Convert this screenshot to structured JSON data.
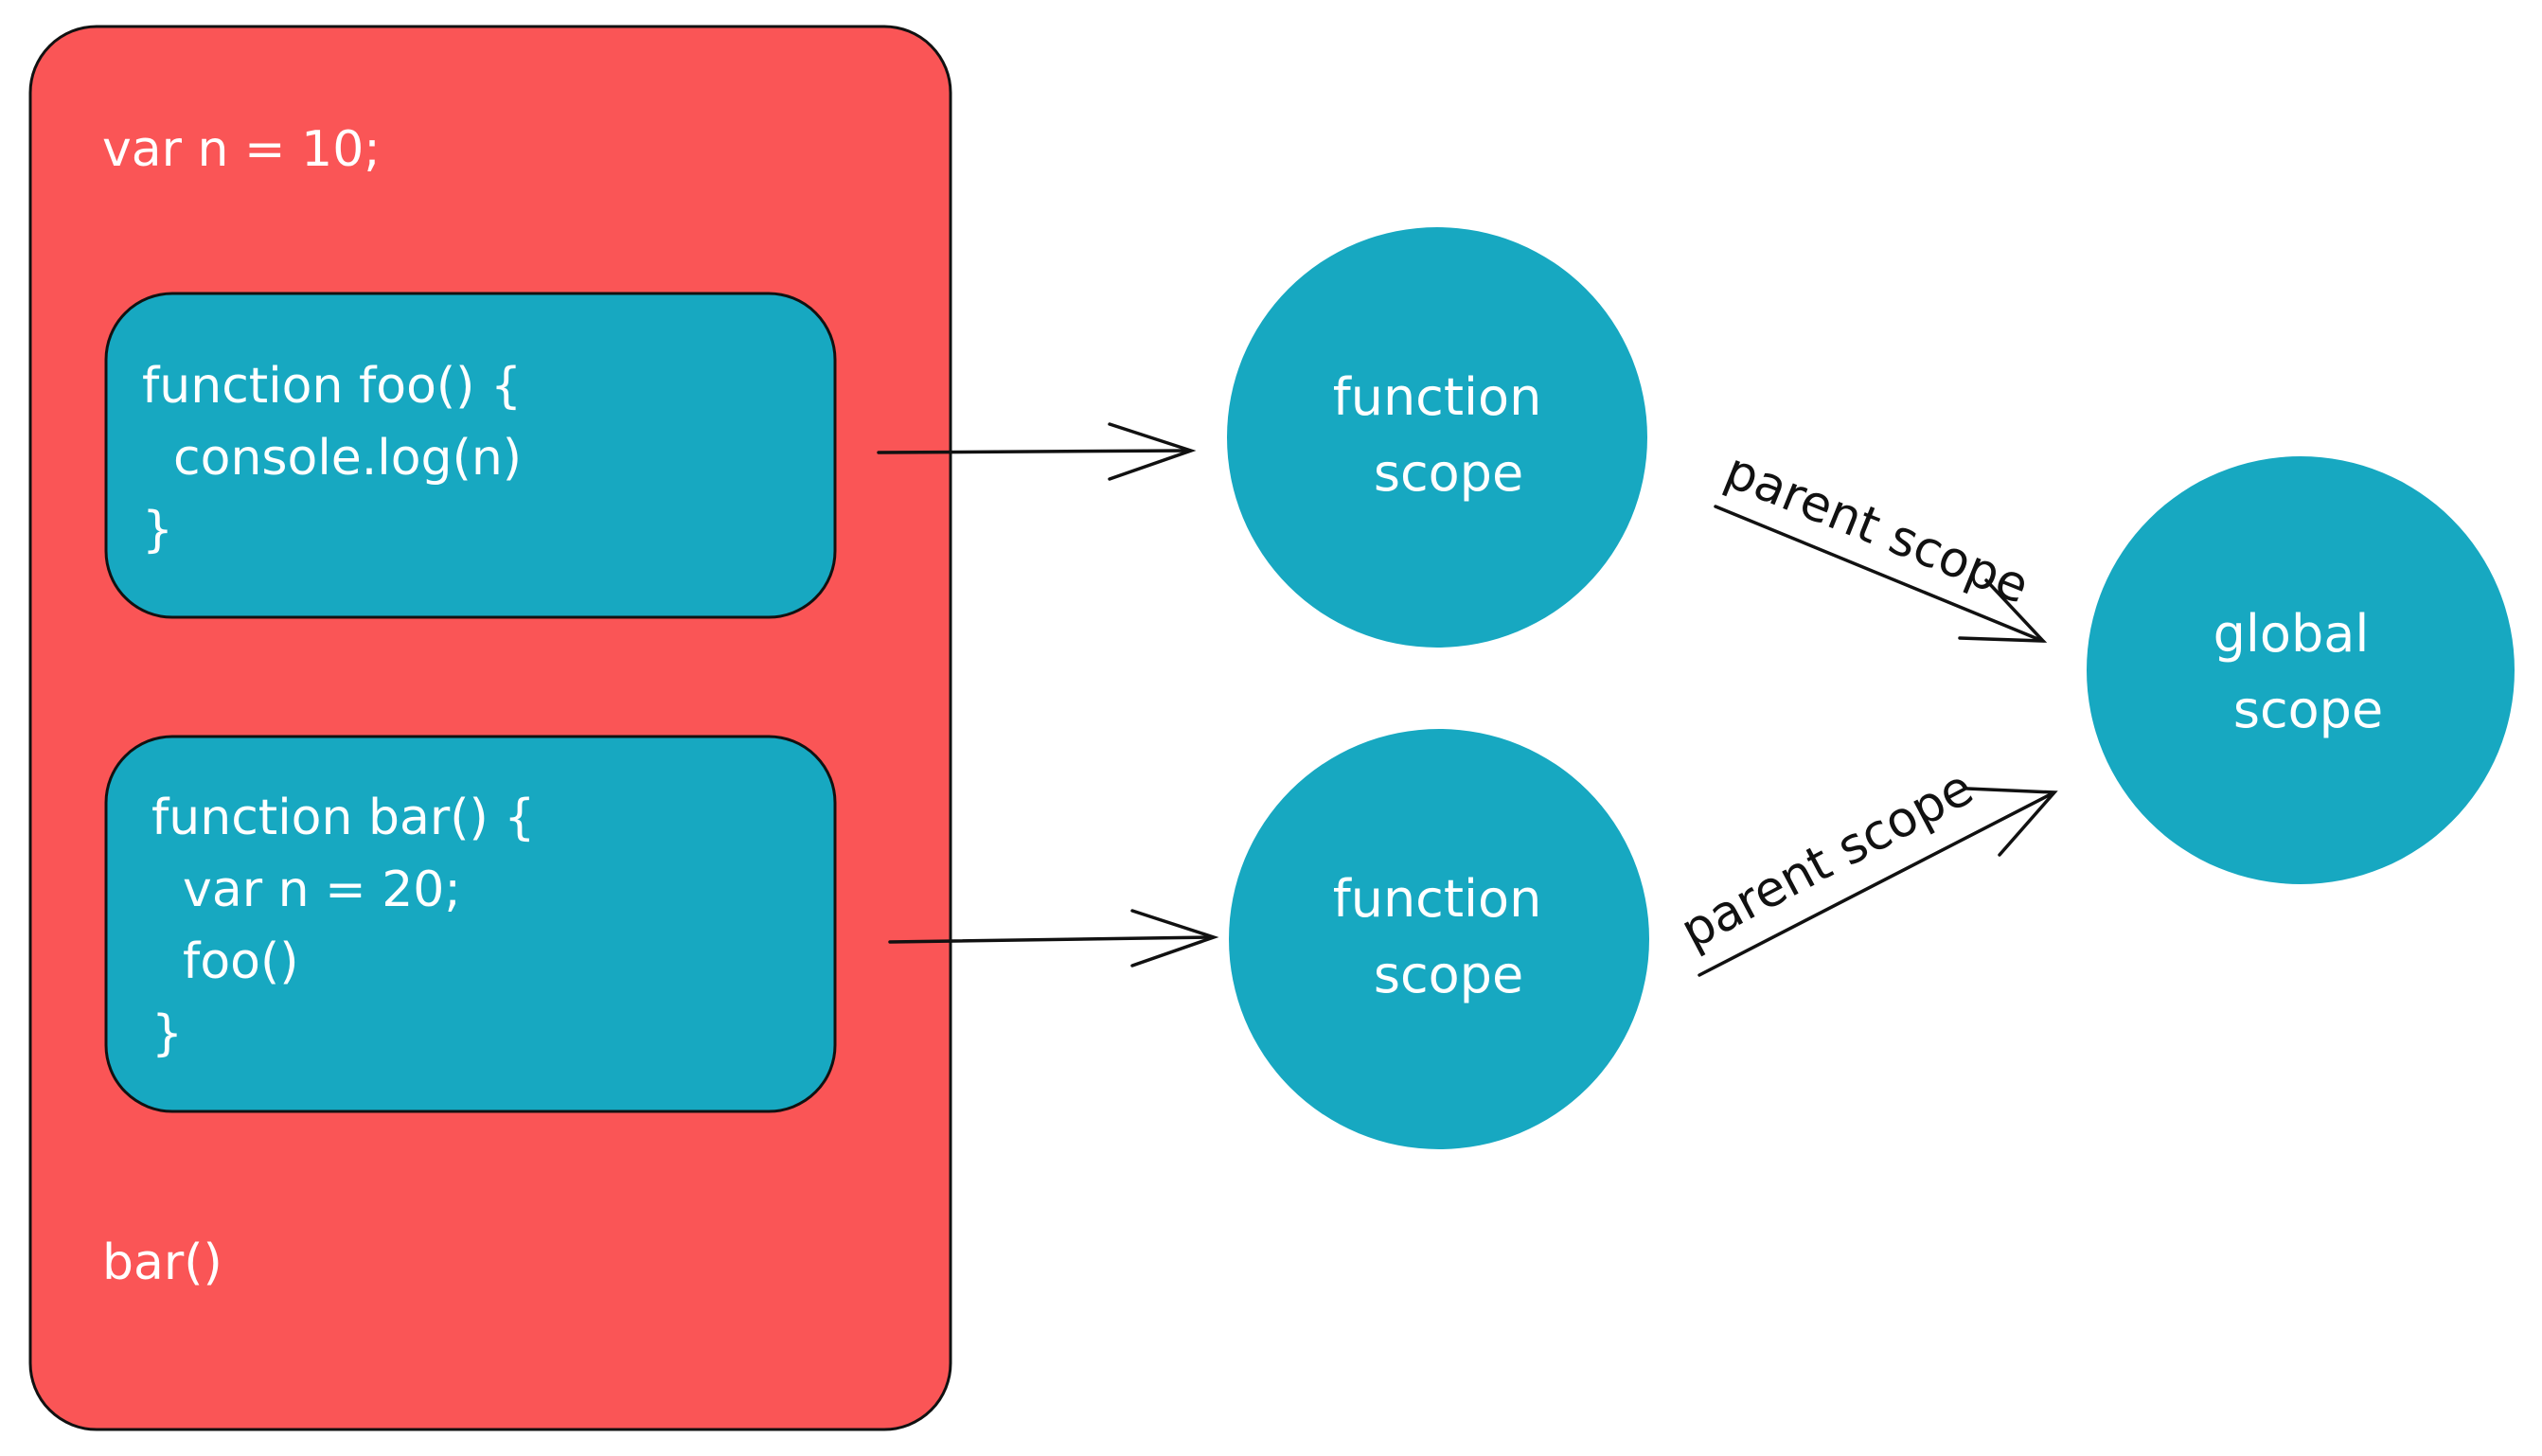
{
  "colors": {
    "outer_box_fill": "#fa5556",
    "inner_box_fill": "#17a8c1",
    "circle_fill": "#17a8c1",
    "stroke": "#111111",
    "text_on_fill": "#ffffff",
    "label_text": "#111111"
  },
  "outer_box": {
    "top_line": "var n = 10;",
    "bottom_line": "bar()"
  },
  "foo_block": {
    "line1": "function foo() {",
    "line2": "  console.log(n)",
    "line3": "}"
  },
  "bar_block": {
    "line1": "function bar() {",
    "line2": "  var n = 20;",
    "line3": "  foo()",
    "line4": "}"
  },
  "circles": {
    "foo_scope": {
      "line1": "function",
      "line2": "scope"
    },
    "bar_scope": {
      "line1": "function",
      "line2": "scope"
    },
    "global_scope": {
      "line1": "global",
      "line2": "scope"
    }
  },
  "arrow_labels": {
    "upper": "parent scope",
    "lower": "parent scope"
  }
}
